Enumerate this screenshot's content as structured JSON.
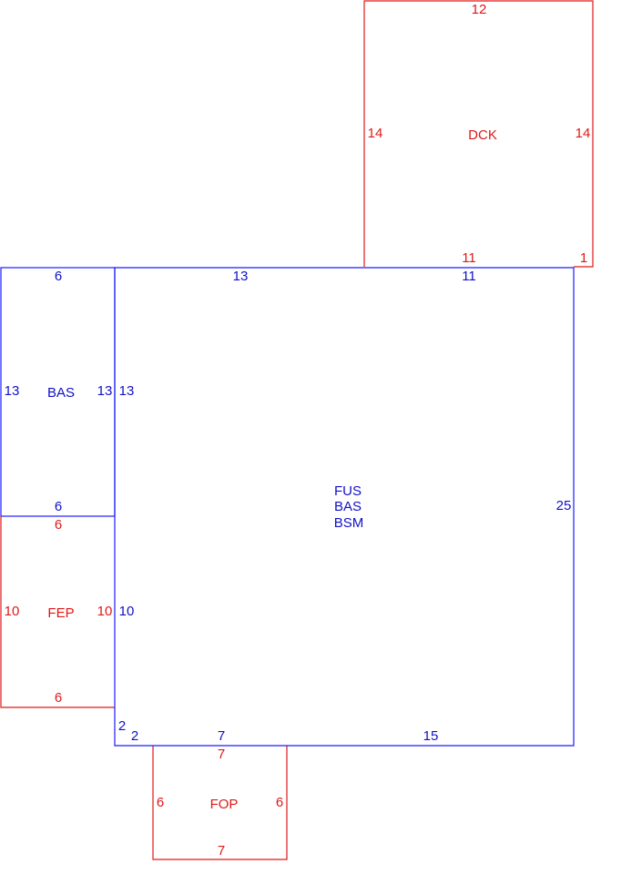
{
  "colors": {
    "main": "#1a1aff",
    "accessory": "#e01818"
  },
  "areas": {
    "dck": {
      "code": "DCK",
      "dims": {
        "top": "12",
        "left": "14",
        "right": "14",
        "bottom": "11",
        "bottom_right": "1"
      }
    },
    "bas_left": {
      "code": "BAS",
      "dims": {
        "top": "6",
        "left": "13",
        "right": "13",
        "bottom": "6"
      }
    },
    "main": {
      "codes": [
        "FUS",
        "BAS",
        "BSM"
      ],
      "dims": {
        "top_left": "13",
        "top_right": "11",
        "left_upper": "13",
        "left_lower": "10",
        "right": "25",
        "jog_vertical": "2",
        "jog_horizontal": "2",
        "bottom_left": "7",
        "bottom_right": "15"
      }
    },
    "fep": {
      "code": "FEP",
      "dims": {
        "top": "6",
        "left": "10",
        "right": "10",
        "bottom": "6"
      }
    },
    "fop": {
      "code": "FOP",
      "dims": {
        "top": "7",
        "left": "6",
        "right": "6",
        "bottom": "7"
      }
    }
  }
}
